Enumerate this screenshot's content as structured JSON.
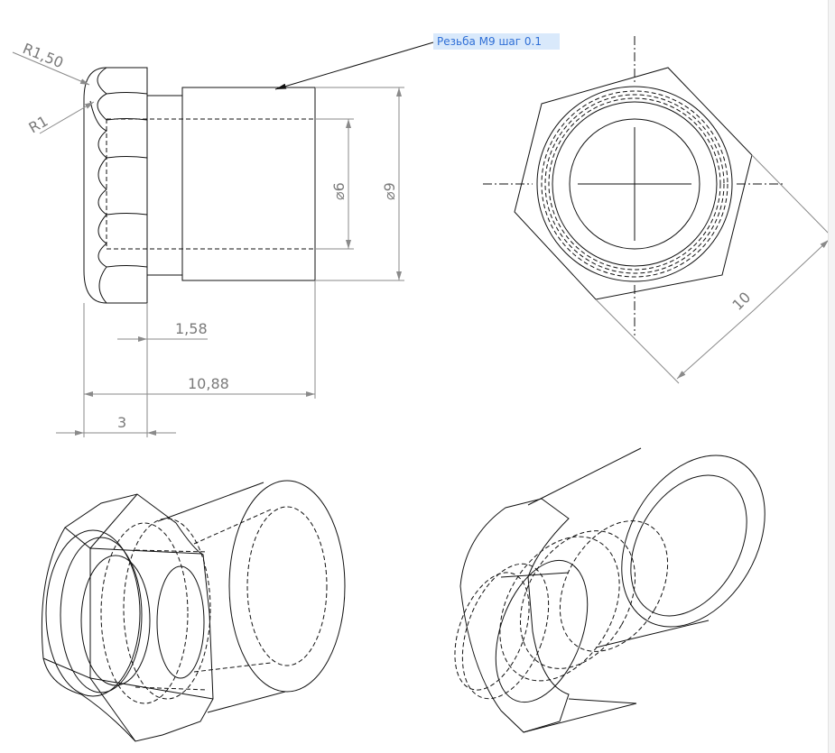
{
  "note": {
    "text": "Резьба М9 шаг 0.1"
  },
  "dimensions": {
    "radius_outer": "R1,50",
    "radius_inner": "R1",
    "dia_inner": "⌀6",
    "dia_outer": "⌀9",
    "step_length": "1,58",
    "total_length": "10,88",
    "head_length": "3",
    "across_flats": "10"
  },
  "colors": {
    "line": "#111111",
    "dimension": "#8a8a8a",
    "note_text": "#2f6fd6",
    "note_bg": "#d9e9fb"
  }
}
